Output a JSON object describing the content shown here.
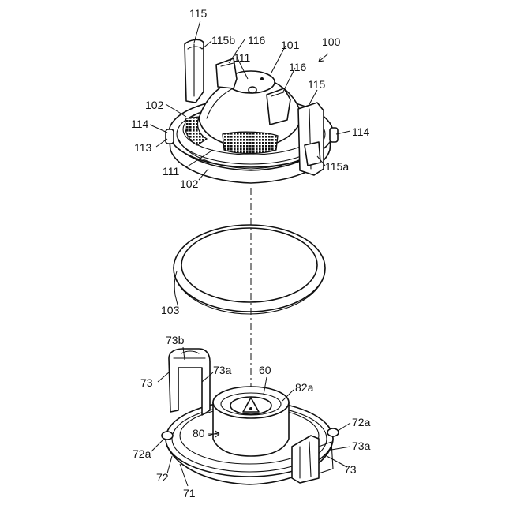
{
  "labels": {
    "n115_top": "115",
    "n115b": "115b",
    "n116_a": "116",
    "n101": "101",
    "n100": "100",
    "n111_top": "111",
    "n116_b": "116",
    "n115_right": "115",
    "n102_top": "102",
    "n114_left": "114",
    "n114_right": "114",
    "n113": "113",
    "n115a": "115a",
    "n111_bottom": "111",
    "n102_bottom": "102",
    "n103": "103",
    "n73b": "73b",
    "n73_left": "73",
    "n73a_top": "73a",
    "n60": "60",
    "n82a": "82a",
    "n80": "80",
    "n72a_right": "72a",
    "n73a_right": "73a",
    "n72a_left": "72a",
    "n73_right": "73",
    "n72": "72",
    "n71": "71"
  }
}
